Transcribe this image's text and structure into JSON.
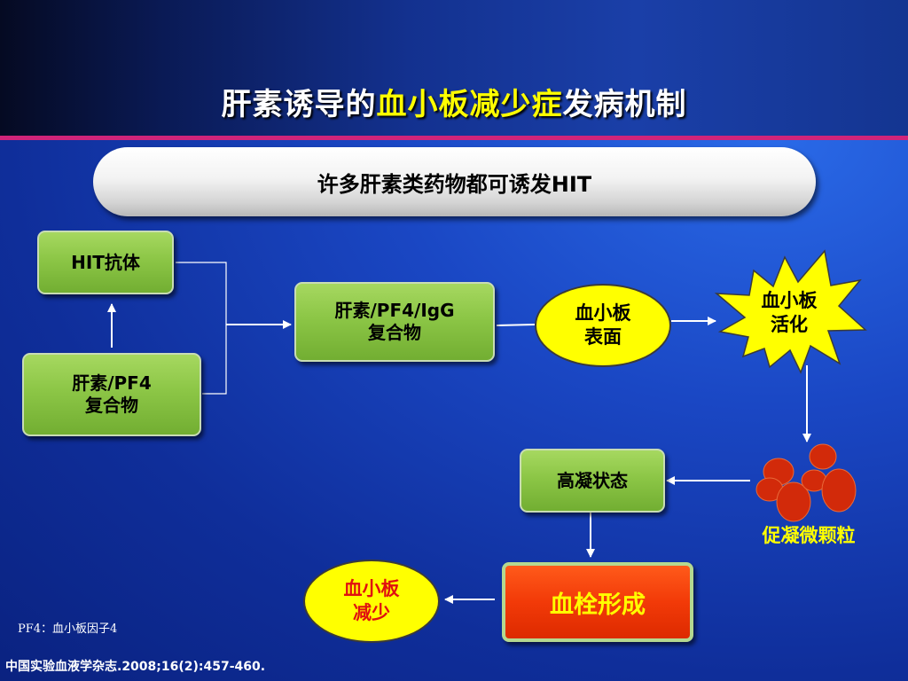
{
  "title": {
    "part1": "肝素诱导的",
    "highlight": "血小板减少症",
    "part2": "发病机制"
  },
  "banner": "许多肝素类药物都可诱发HIT",
  "nodes": {
    "hit_antibody": "HIT抗体",
    "heparin_pf4": [
      "肝素/PF4",
      "复合物"
    ],
    "heparin_pf4_igg": [
      "肝素/PF4/IgG",
      "复合物"
    ],
    "platelet_surface": [
      "血小板",
      "表面"
    ],
    "platelet_activation": [
      "血小板",
      "活化"
    ],
    "procoagulant_microparticles": "促凝微颗粒",
    "hypercoagulable_state": "高凝状态",
    "thrombosis": "血栓形成",
    "thrombocytopenia": [
      "血小板",
      "减少"
    ]
  },
  "footnote": "PF4：血小板因子4",
  "citation": "中国实验血液学杂志.2008;16(2):457-460.",
  "colors": {
    "highlight": "#ffff00",
    "accent_line": "#d0247a",
    "node_green": "#8cc646",
    "node_yellow": "#ffff00",
    "node_red": "#f23a08",
    "microparticle": "#d22a0a"
  }
}
